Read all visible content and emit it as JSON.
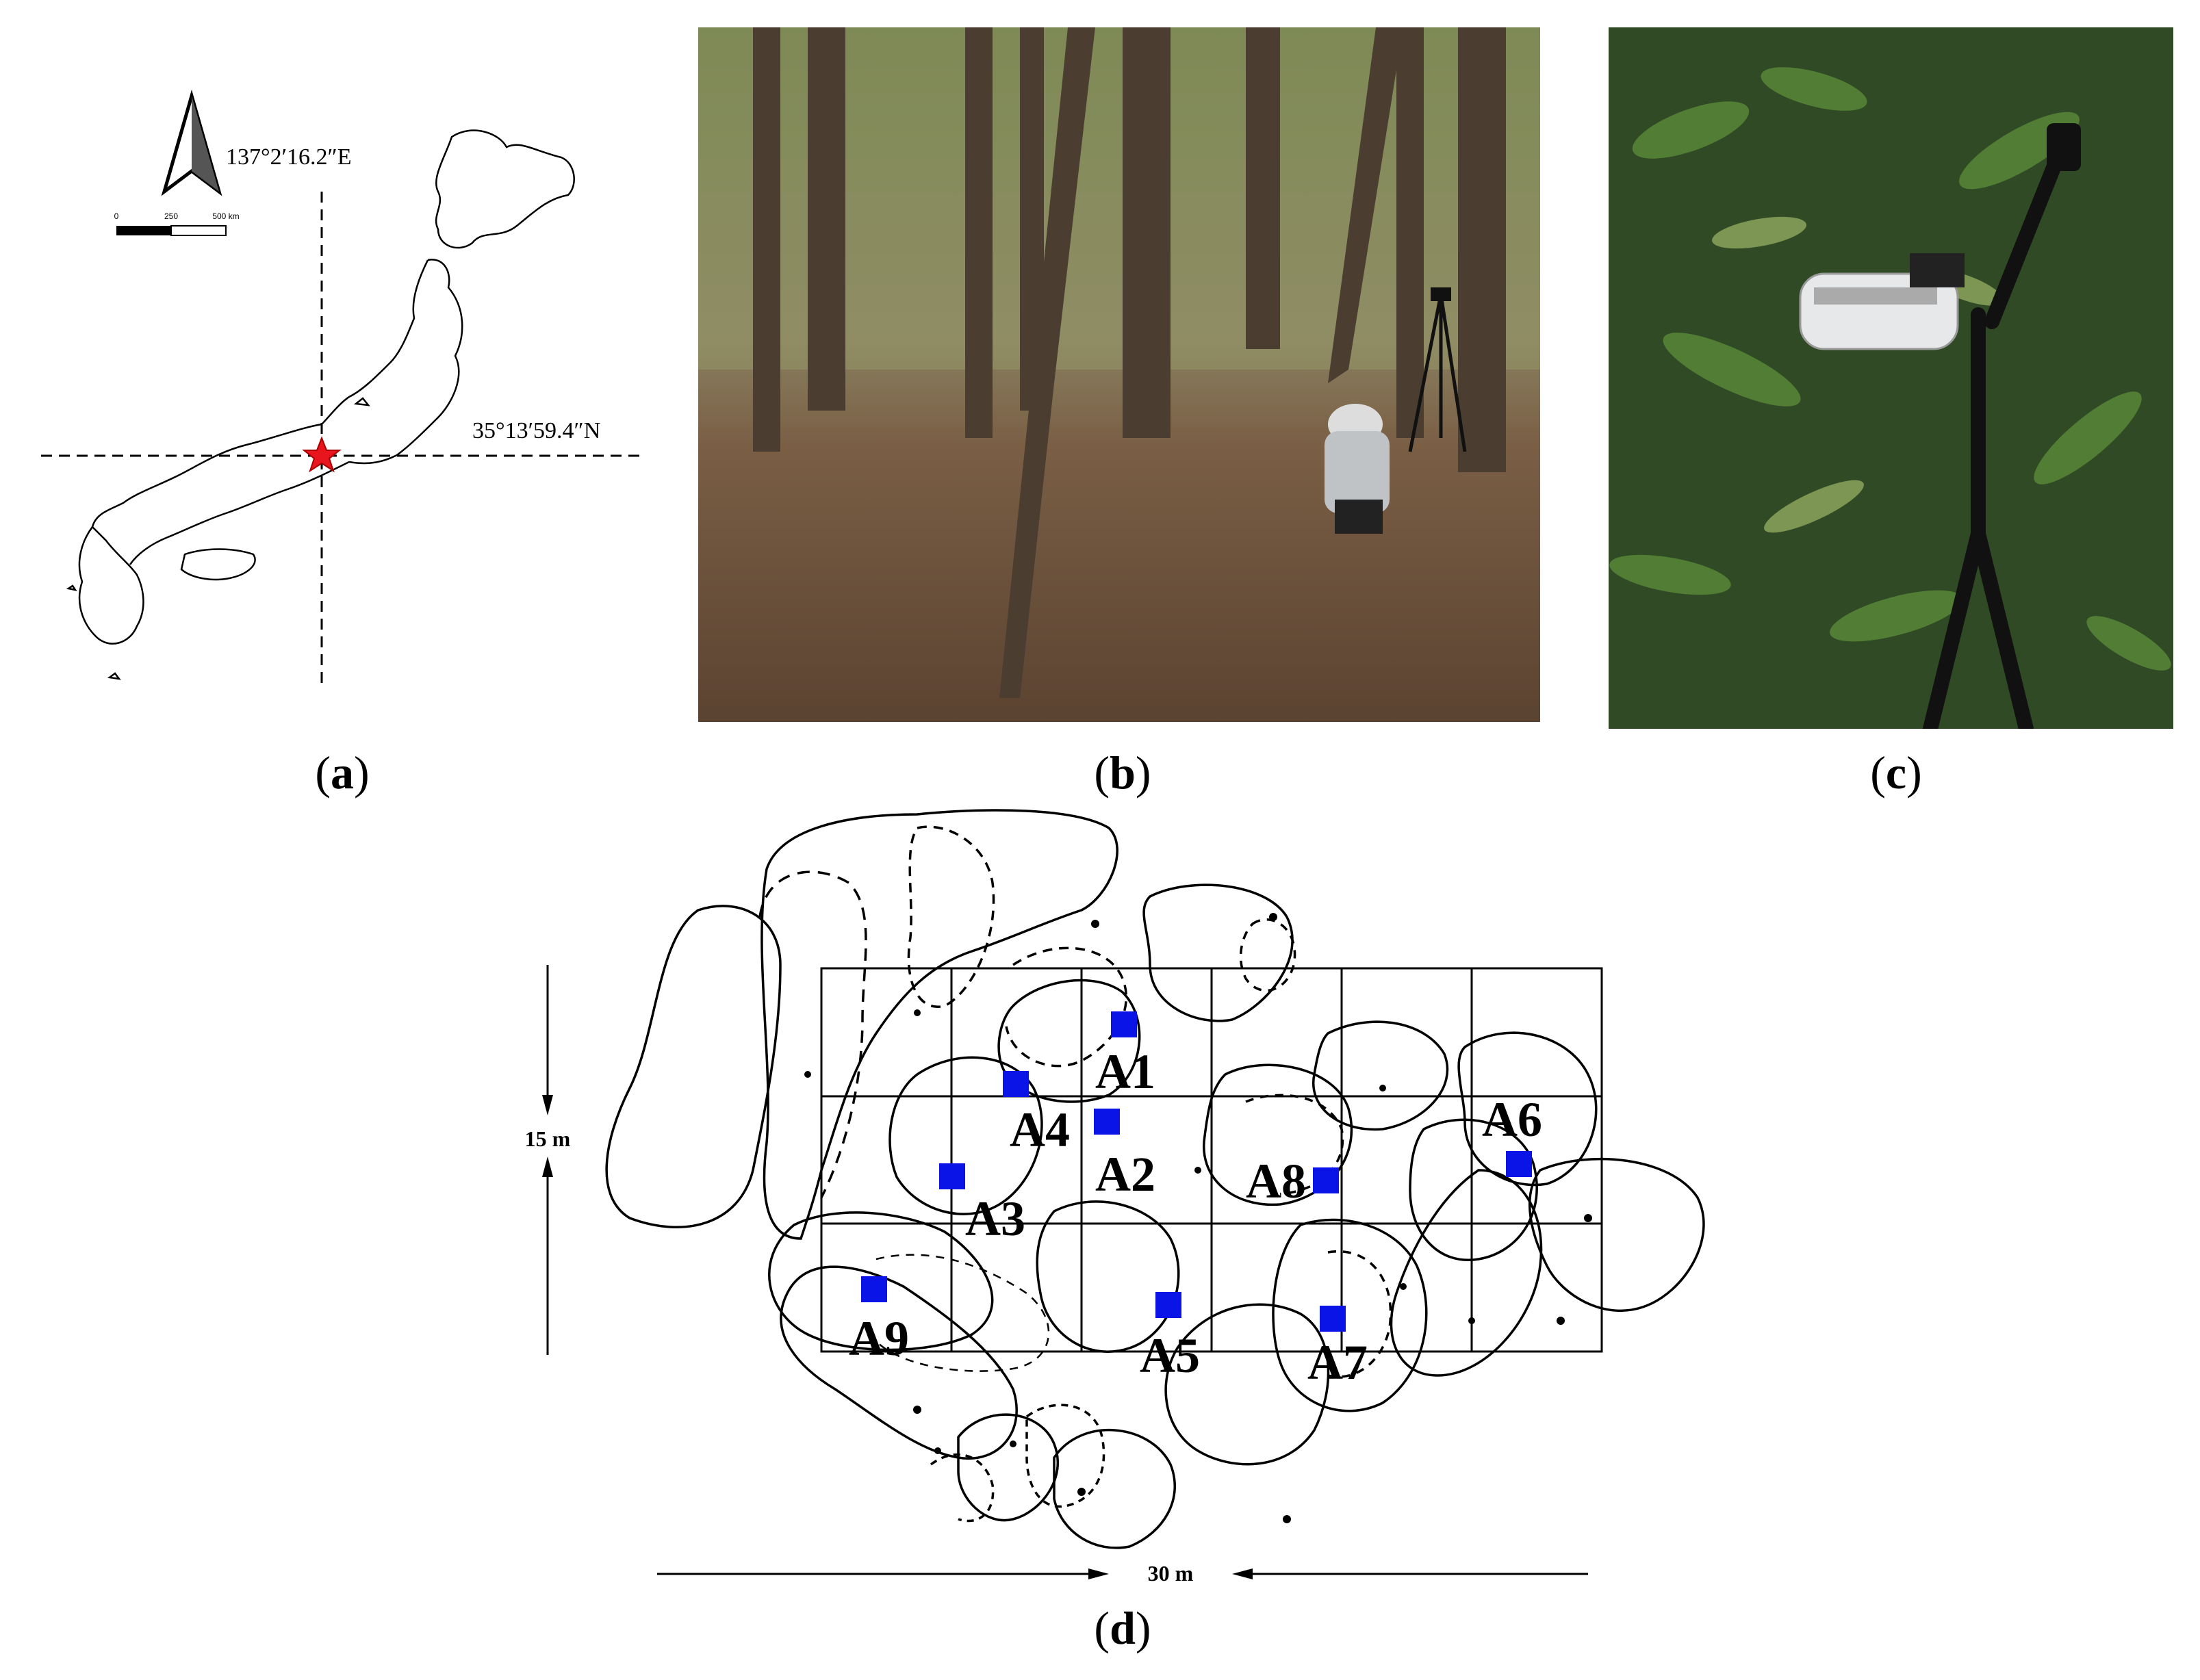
{
  "panel_a": {
    "longitude": "137°2′16.2″E",
    "latitude": "35°13′59.4″N",
    "scale_ticks": [
      "0",
      "250",
      "500 km"
    ],
    "north_icon": "north-arrow-icon",
    "site_color": "#e8141e"
  },
  "captions": {
    "a_letter": "a",
    "b_letter": "b",
    "c_letter": "c",
    "d_letter": "d"
  },
  "panel_d": {
    "vertical_dimension": "15 m",
    "horizontal_dimension": "30 m",
    "marker_color": "#0a14e6",
    "labels": [
      "A1",
      "A2",
      "A3",
      "A4",
      "A5",
      "A6",
      "A7",
      "A8",
      "A9"
    ]
  }
}
